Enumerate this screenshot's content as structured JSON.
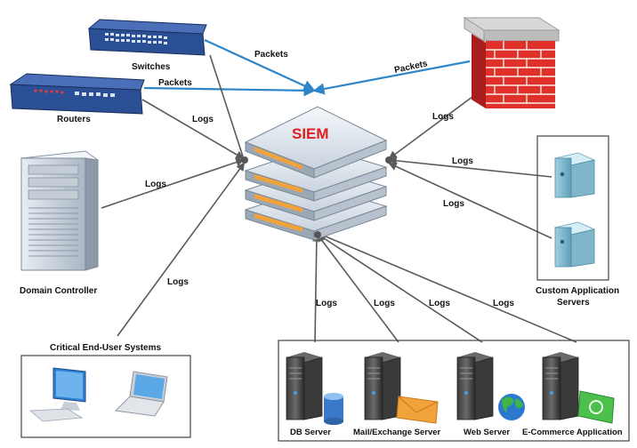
{
  "colors": {
    "packets": "#2e86c9",
    "logs": "#5a5a5a",
    "siem_title": "#e02020",
    "siem_accent": "#f2a23a",
    "firewall_brick": "#e0302a"
  },
  "siem": {
    "title": "SIEM"
  },
  "devices": {
    "switches": "Switches",
    "routers": "Routers",
    "domain_controller": "Domain Controller",
    "critical_end_user_systems": "Critical End-User Systems",
    "custom_application_servers_line1": "Custom Application",
    "custom_application_servers_line2": "Servers",
    "db_server": "DB Server",
    "mail_exchange_server": "Mail/Exchange Server",
    "web_server": "Web Server",
    "ecommerce_application": "E-Commerce Application"
  },
  "edges": {
    "packets_switches": "Packets",
    "packets_routers": "Packets",
    "packets_firewall": "Packets",
    "logs_routers": "Logs",
    "logs_firewall": "Logs",
    "logs_domain_controller": "Logs",
    "logs_custom_app_1": "Logs",
    "logs_custom_app_2": "Logs",
    "logs_end_user": "Logs",
    "logs_db": "Logs",
    "logs_mail": "Logs",
    "logs_web": "Logs",
    "logs_ecommerce": "Logs"
  },
  "icons": {
    "switch": "network-switch-icon",
    "router": "router-icon",
    "firewall": "firewall-icon",
    "domain_controller": "server-tower-icon",
    "desktop": "desktop-computer-icon",
    "laptop": "laptop-icon",
    "app_server": "server-icon",
    "database": "database-icon",
    "mail": "envelope-icon",
    "web": "globe-icon",
    "ecommerce": "money-icon"
  }
}
